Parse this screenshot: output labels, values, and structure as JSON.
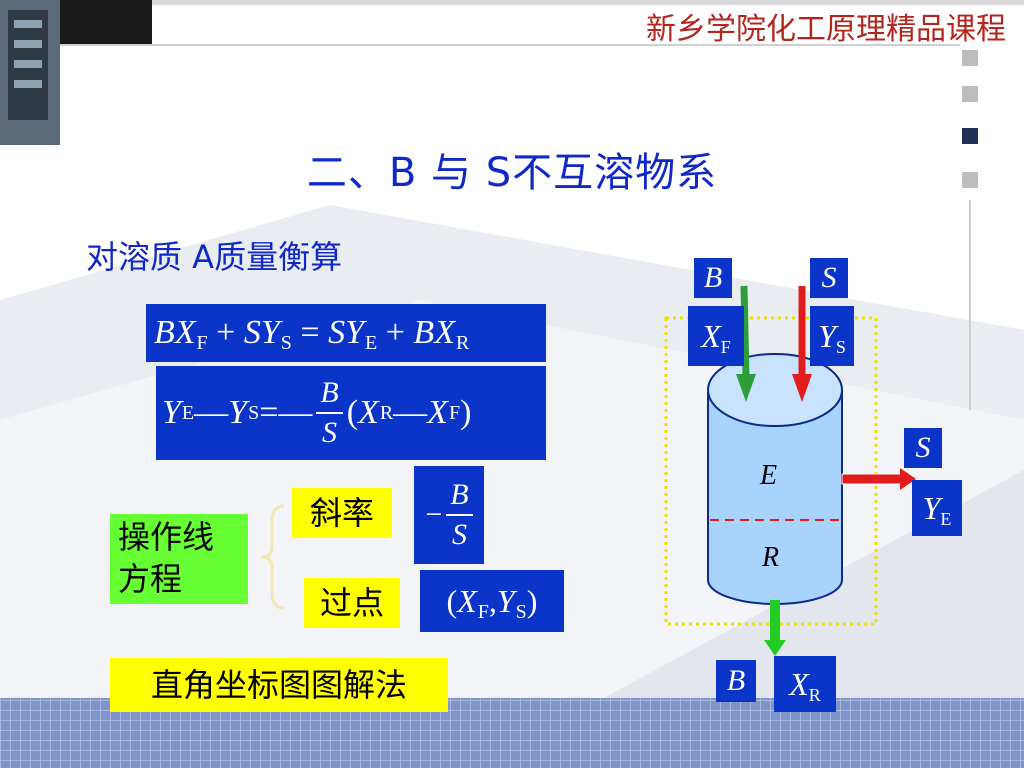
{
  "header": {
    "title": "新乡学院化工原理精品课程"
  },
  "slide": {
    "title": "二、B 与 S不互溶物系",
    "subtitle": "对溶质 A质量衡算"
  },
  "equation1": {
    "t1": "BX",
    "s1": "F",
    "op1": " + ",
    "t2": "SY",
    "s2": "S",
    "op2": " = ",
    "t3": "SY",
    "s3": "E",
    "op3": " + ",
    "t4": "BX",
    "s4": "R"
  },
  "equation2": {
    "t1": "Y",
    "s1": "E",
    "minus1": "—",
    "t2": "Y",
    "s2": "S",
    "eq": " = ",
    "minus2": "—",
    "num": "B",
    "den": "S",
    "lp": "(",
    "t3": "X",
    "s3": "R",
    "minus3": "—",
    "t4": "X",
    "s4": "F",
    "rp": ")"
  },
  "operating_line": {
    "label_line1": "操作线",
    "label_line2": "方程",
    "slope_label": "斜率",
    "slope_sign": "−",
    "slope_num": "B",
    "slope_den": "S",
    "point_label": "过点",
    "point_lp": "(",
    "point_x": "X",
    "point_x_sub": "F",
    "point_comma": ",",
    "point_y": "Y",
    "point_y_sub": "S",
    "point_rp": ")"
  },
  "method": {
    "label": "直角坐标图图解法"
  },
  "diagram": {
    "in_b": "B",
    "in_s": "S",
    "in_xf": "X",
    "in_xf_sub": "F",
    "in_ys": "Y",
    "in_ys_sub": "S",
    "phase_e": "E",
    "phase_r": "R",
    "out_s": "S",
    "out_ye": "Y",
    "out_ye_sub": "E",
    "out_b": "B",
    "out_xr": "X",
    "out_xr_sub": "R"
  },
  "colors": {
    "title_blue": "#1028c8",
    "box_blue": "#0a35c8",
    "header_red": "#b3261e",
    "highlight_yellow": "#ffff00",
    "highlight_green": "#66ff33",
    "tank_blue": "#a9d3ff",
    "arrow_green": "#2e9e3a",
    "arrow_red": "#e21b1b"
  }
}
